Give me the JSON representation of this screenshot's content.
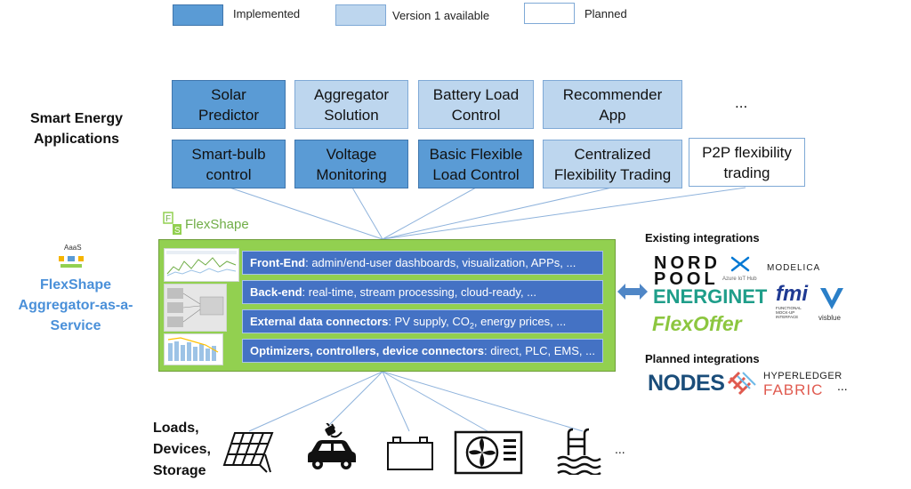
{
  "legend": {
    "implemented": "Implemented",
    "version1": "Version 1 available",
    "planned": "Planned"
  },
  "left_labels": {
    "sea_line1": "Smart Energy",
    "sea_line2": "Applications",
    "aaas_badge": "AaaS",
    "flexshape_line1": "FlexShape",
    "flexshape_line2": "Aggregator-as-a-",
    "flexshape_line3": "Service",
    "loads_line1": "Loads,",
    "loads_line2": "Devices,",
    "loads_line3": "Storage"
  },
  "apps_row1": [
    {
      "label": "Solar\nPredictor",
      "status": "implemented"
    },
    {
      "label": "Aggregator\nSolution",
      "status": "version1"
    },
    {
      "label": "Battery Load\nControl",
      "status": "version1"
    },
    {
      "label": "Recommender\nApp",
      "status": "version1"
    }
  ],
  "apps_row2": [
    {
      "label": "Smart-bulb\ncontrol",
      "status": "implemented"
    },
    {
      "label": "Voltage\nMonitoring",
      "status": "implemented"
    },
    {
      "label": "Basic Flexible\nLoad Control",
      "status": "implemented"
    },
    {
      "label": "Centralized\nFlexibility Trading",
      "status": "version1"
    },
    {
      "label": "P2P flexibility\ntrading",
      "status": "planned"
    }
  ],
  "apps_more": "...",
  "flexshape": {
    "logo_letters": "FS",
    "logo_text": "FlexShape",
    "layers": [
      {
        "bold": "Front-End",
        "rest": ": admin/end-user dashboards, visualization, APPs, ..."
      },
      {
        "bold": "Back-end",
        "rest": ": real-time, stream processing, cloud-ready, ..."
      },
      {
        "bold": "External data connectors",
        "rest": ": PV supply, CO",
        "sub": "2",
        "rest2": ", energy prices, ..."
      },
      {
        "bold": "Optimizers, controllers, device connectors",
        "rest": ": direct, PLC, EMS, ..."
      }
    ]
  },
  "integrations": {
    "existing_title": "Existing integrations",
    "nordpool_line1": "NORD",
    "nordpool_line2": "POOL",
    "azure": "Azure IoT Hub",
    "modelica": "MODELICA",
    "energinet": "ENERGINET",
    "fmi": "fmi",
    "fmi_sub": "FUNCTIONAL\nMOCK-UP\nINTERFACE",
    "visblue": "visblue",
    "flexoffer": "FlexOffer",
    "planned_title": "Planned integrations",
    "nodes": "NODES",
    "hyperledger_line1": "HYPERLEDGER",
    "hyperledger_line2": "FABRIC",
    "more": "..."
  },
  "devices": {
    "icons": [
      "solar-panel-icon",
      "electric-car-icon",
      "battery-icon",
      "heat-pump-icon",
      "pool-icon"
    ],
    "more": "..."
  },
  "colors": {
    "implemented": "#5a9bd5",
    "version1": "#bdd6ee",
    "planned": "#ffffff",
    "flexshape_green": "#92d050",
    "layer_blue": "#4472c4"
  }
}
